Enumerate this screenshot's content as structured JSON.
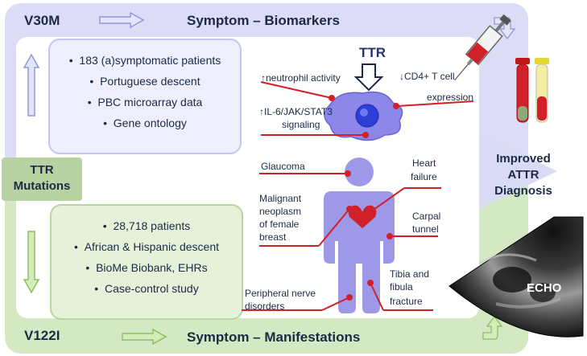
{
  "top_banner": {
    "variant": "V30M",
    "title": "Symptom – Biomarkers"
  },
  "bottom_banner": {
    "variant": "V122I",
    "title": "Symptom – Manifestations"
  },
  "mutations_label_line1": "TTR",
  "mutations_label_line2": "Mutations",
  "v30m_box": {
    "items": [
      "183 (a)symptomatic patients",
      "Portuguese descent",
      "PBC microarray data",
      "Gene ontology"
    ]
  },
  "v122i_box": {
    "items": [
      "28,718 patients",
      "African & Hispanic descent",
      "BioMe Biobank, EHRs",
      "Case-control study"
    ]
  },
  "biomarkers": {
    "ttr": "TTR",
    "neutrophil": "↑neutrophil activity",
    "cd4_line1": "↓CD4+ T cell",
    "cd4_line2": "expression",
    "il6_line1": "↑IL-6/JAK/STAT3",
    "il6_line2": "signaling"
  },
  "manifestations": {
    "glaucoma": "Glaucoma",
    "heart_line1": "Heart",
    "heart_line2": "failure",
    "neoplasm_line1": "Malignant",
    "neoplasm_line2": "neoplasm",
    "neoplasm_line3": "of female",
    "neoplasm_line4": "breast",
    "carpal_line1": "Carpal",
    "carpal_line2": "tunnel",
    "tibia_line1": "Tibia and",
    "tibia_line2": "fibula",
    "tibia_line3": "fracture",
    "peripheral_line1": "Peripheral nerve",
    "peripheral_line2": "disorders"
  },
  "result": {
    "line1": "Improved",
    "line2": "ATTR",
    "line3": "Diagnosis"
  },
  "echo_label": "ECHO",
  "colors": {
    "top_bg": "#dcdcf6",
    "bottom_bg": "#d5e8c4",
    "figure": "#9d98e8",
    "line_red": "#d0202a",
    "cell": "#8c86e8"
  }
}
